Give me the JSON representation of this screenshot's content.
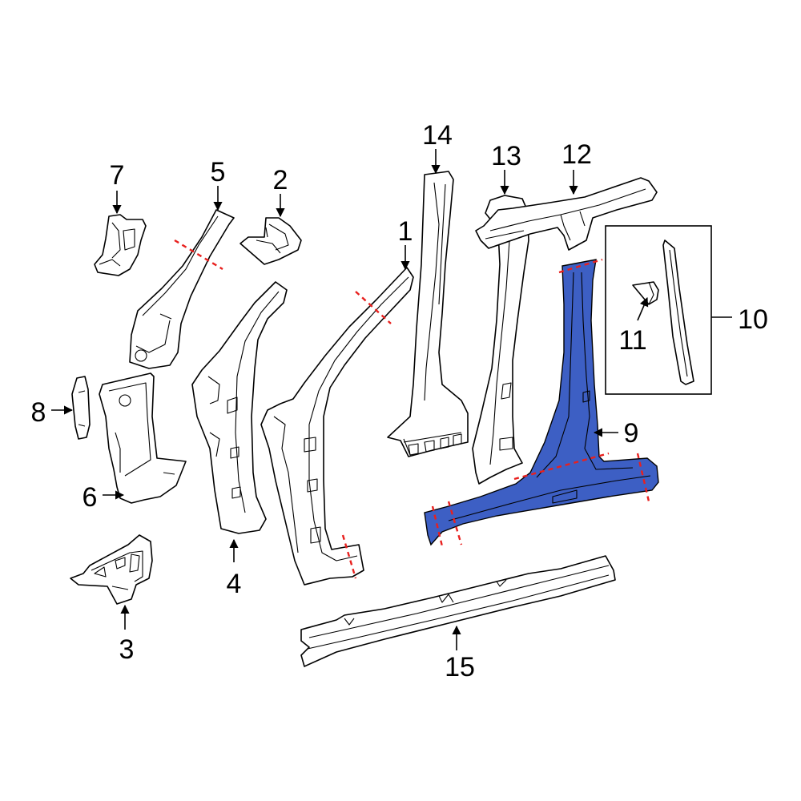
{
  "callouts": [
    {
      "id": "1",
      "label": "1"
    },
    {
      "id": "2",
      "label": "2"
    },
    {
      "id": "3",
      "label": "3"
    },
    {
      "id": "4",
      "label": "4"
    },
    {
      "id": "5",
      "label": "5"
    },
    {
      "id": "6",
      "label": "6"
    },
    {
      "id": "7",
      "label": "7"
    },
    {
      "id": "8",
      "label": "8"
    },
    {
      "id": "9",
      "label": "9"
    },
    {
      "id": "10",
      "label": "10"
    },
    {
      "id": "11",
      "label": "11"
    },
    {
      "id": "12",
      "label": "12"
    },
    {
      "id": "13",
      "label": "13"
    },
    {
      "id": "14",
      "label": "14"
    },
    {
      "id": "15",
      "label": "15"
    }
  ],
  "colors": {
    "highlight_part": "#3d5fc4",
    "cut_line": "#e8201e",
    "outline": "#000000",
    "background": "#ffffff"
  },
  "highlighted_part": "9"
}
